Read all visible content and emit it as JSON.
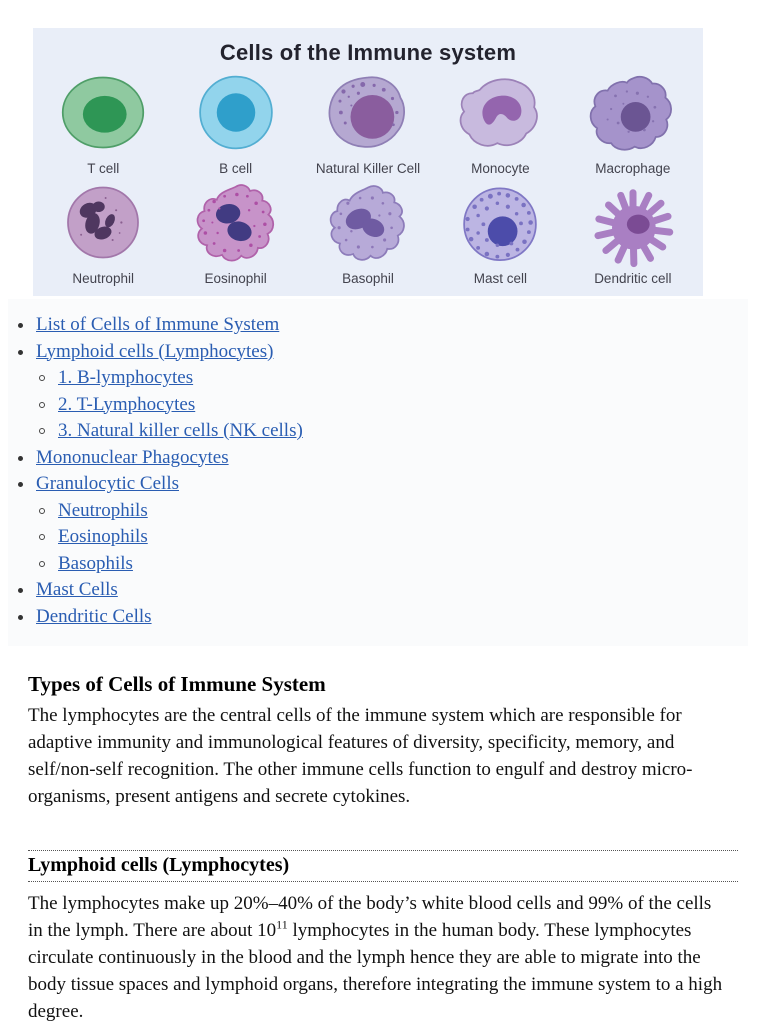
{
  "figure": {
    "title": "Cells of the Immune system",
    "background": "#e9eef8",
    "cells": [
      {
        "label": "T cell",
        "body": "#8fc9a0",
        "outline": "#4f9e68",
        "nucleus": "#2e9655",
        "speckle": "#63ab79"
      },
      {
        "label": "B cell",
        "body": "#92d4ec",
        "outline": "#53aed2",
        "nucleus": "#2f9fcb",
        "speckle": "#5cb8dd"
      },
      {
        "label": "Natural Killer Cell",
        "body": "#b5a8d1",
        "outline": "#8f7fb5",
        "nucleus": "#8a5d9e",
        "speckle": "#8568ab"
      },
      {
        "label": "Monocyte",
        "body": "#c8bade",
        "outline": "#9c82b8",
        "nucleus": "#9465ae",
        "speckle": "#ab8fc6"
      },
      {
        "label": "Macrophage",
        "body": "#a593cb",
        "outline": "#8171ad",
        "nucleus": "#6b5593",
        "speckle": "#8672b0"
      },
      {
        "label": "Neutrophil",
        "body": "#c2a0c8",
        "outline": "#a277aa",
        "nucleus": "#4f3760",
        "speckle": "#8a5f90"
      },
      {
        "label": "Eosinophil",
        "body": "#c793c9",
        "outline": "#b062aa",
        "nucleus": "#413b82",
        "speckle": "#ad4fa5"
      },
      {
        "label": "Basophil",
        "body": "#b7aad8",
        "outline": "#8d7cba",
        "nucleus": "#6f5ba2",
        "speckle": "#8d77b8"
      },
      {
        "label": "Mast cell",
        "body": "#bcb5e3",
        "outline": "#8078c5",
        "nucleus": "#4c4caa",
        "speckle": "#7a72c2"
      },
      {
        "label": "Dendritic cell",
        "body": "#a97fc3",
        "outline": "#8d5fa8",
        "nucleus": "#7b4b94",
        "speckle": "#9a6bb5"
      }
    ]
  },
  "toc": {
    "link_color": "#2a5db2",
    "items": [
      {
        "label": "List of Cells of Immune System",
        "level": 1
      },
      {
        "label": "Lymphoid cells (Lymphocytes)",
        "level": 1
      },
      {
        "label": "1. B-lymphocytes",
        "level": 2
      },
      {
        "label": "2. T-Lymphocytes",
        "level": 2
      },
      {
        "label": "3. Natural killer cells (NK cells)",
        "level": 2
      },
      {
        "label": "Mononuclear Phagocytes",
        "level": 1
      },
      {
        "label": "Granulocytic Cells",
        "level": 1
      },
      {
        "label": "Neutrophils",
        "level": 2
      },
      {
        "label": "Eosinophils",
        "level": 2
      },
      {
        "label": "Basophils",
        "level": 2
      },
      {
        "label": "Mast Cells",
        "level": 1
      },
      {
        "label": "Dendritic Cells",
        "level": 1
      }
    ]
  },
  "sections": {
    "types": {
      "heading": "Types of Cells of Immune System",
      "body": "The lymphocytes are the central cells of the immune system which are responsible for adaptive immunity and immunological features of diversity, specificity, memory, and self/non-self recognition. The other immune cells function to engulf and destroy micro-organisms, present antigens and secrete cytokines."
    },
    "lymphoid": {
      "heading": "Lymphoid cells (Lymphocytes)",
      "body_before_sup": "The lymphocytes make up 20%–40% of the body’s white blood cells and 99% of the cells in the lymph. There are about 10",
      "sup": "11",
      "body_after_sup": " lymphocytes in the human body. These lymphocytes circulate continuously in the blood and the lymph hence they are able to migrate into the body tissue spaces and lymphoid organs, therefore integrating the immune system to a high degree."
    }
  }
}
